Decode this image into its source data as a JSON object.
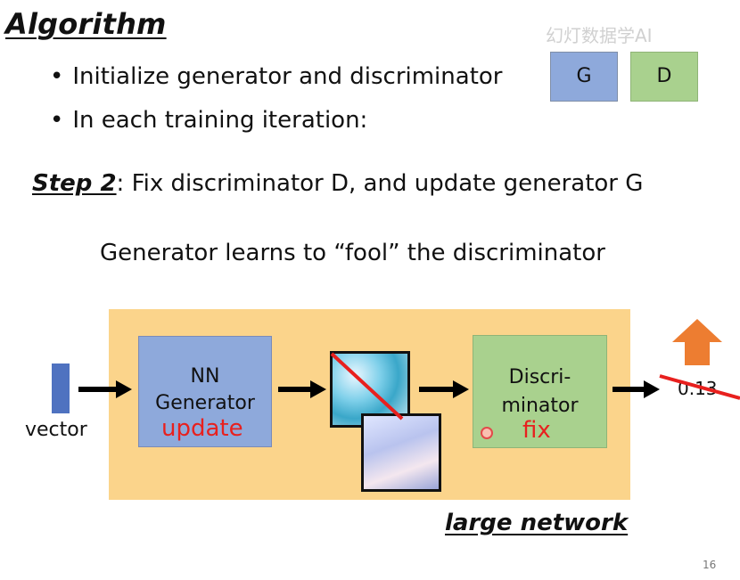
{
  "slide": {
    "title": "Algorithm",
    "bullets": [
      "Initialize generator and discriminator",
      "In each training iteration:"
    ],
    "tags": {
      "g_label": "G",
      "d_label": "D",
      "g_color": "#8ea9db",
      "d_color": "#a9d18e"
    },
    "step": {
      "label": "Step 2",
      "text": ": Fix discriminator D, and update generator G"
    },
    "subtitle": "Generator learns to “fool” the discriminator",
    "diagram": {
      "input_label": "vector",
      "generator_line1": "NN",
      "generator_line2": "Generator",
      "generator_status": "update",
      "discriminator_line1": "Discri-",
      "discriminator_line2": "minator",
      "discriminator_status": "fix",
      "score": "0.13",
      "network_label": "large network",
      "network_bg_color": "#fbd48b",
      "arrow_up_color": "#ed7d31",
      "strike_color": "#e8201e"
    },
    "page_number": "16",
    "watermark": "幻灯数据学AI"
  }
}
